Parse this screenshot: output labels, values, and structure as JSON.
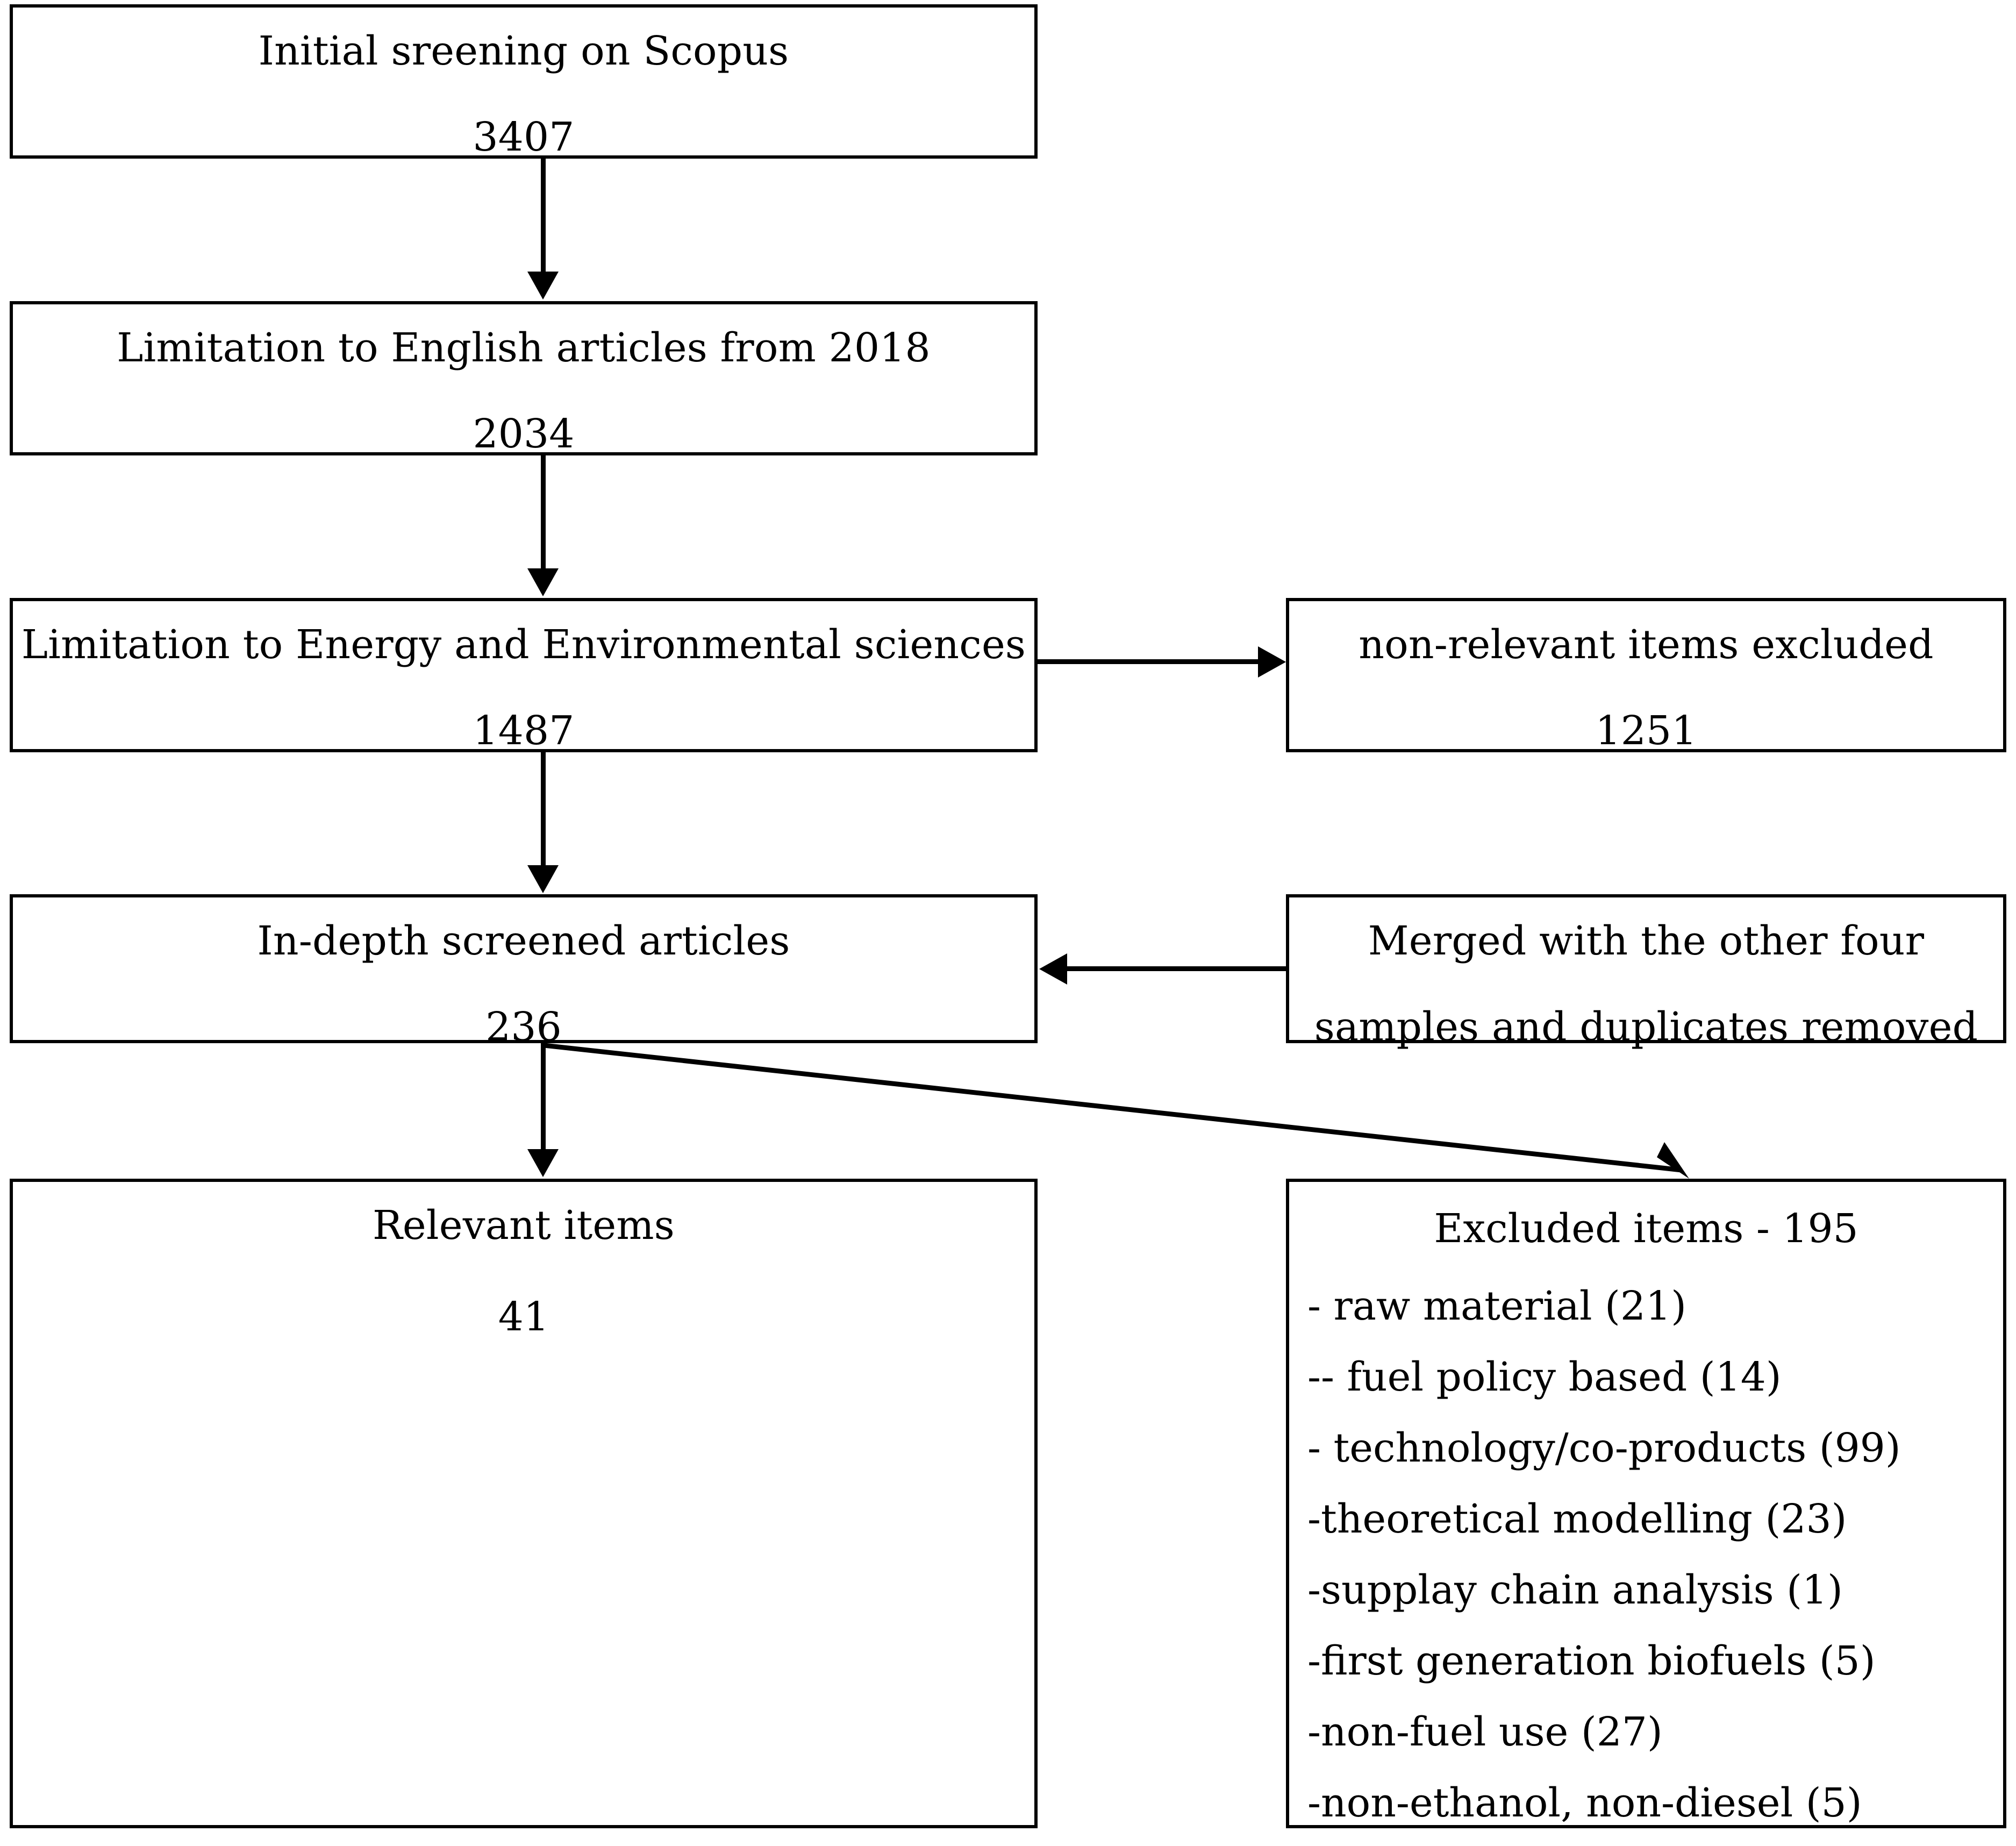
{
  "diagram": {
    "title": "Literature screening flowchart",
    "type": "flowchart",
    "accent_color": "#000000",
    "background_color": "#ffffff"
  },
  "nodes": {
    "initial_screening": {
      "label": "Initial sreening on Scopus",
      "count": "3407"
    },
    "english_2018": {
      "label": "Limitation to English articles from 2018",
      "count": "2034"
    },
    "energy_env": {
      "label": "Limitation to Energy and Environmental sciences",
      "count": "1487"
    },
    "non_relevant_excluded": {
      "label": "non-relevant items excluded",
      "count": "1251"
    },
    "in_depth": {
      "label": "In-depth screened articles",
      "count": "236"
    },
    "merged": {
      "line1": "Merged with the other four",
      "line2": "samples and duplicates removed"
    },
    "relevant_items": {
      "label": "Relevant items",
      "count": "41"
    },
    "excluded_items": {
      "heading": "Excluded items - 195",
      "reasons": [
        "- raw material (21)",
        "-- fuel policy based (14)",
        "- technology/co-products (99)",
        "-theoretical modelling (23)",
        "-supplay chain analysis (1)",
        "-first generation biofuels (5)",
        "-non-fuel use (27)",
        "-non-ethanol, non-diesel (5)"
      ]
    }
  },
  "edges": [
    {
      "id": "e1",
      "from": "initial_screening",
      "to": "english_2018",
      "direction": "down"
    },
    {
      "id": "e2",
      "from": "english_2018",
      "to": "energy_env",
      "direction": "down"
    },
    {
      "id": "e3",
      "from": "energy_env",
      "to": "non_relevant_excluded",
      "direction": "right"
    },
    {
      "id": "e4",
      "from": "energy_env",
      "to": "in_depth",
      "direction": "down"
    },
    {
      "id": "e5",
      "from": "merged",
      "to": "in_depth",
      "direction": "left"
    },
    {
      "id": "e6",
      "from": "in_depth",
      "to": "relevant_items",
      "direction": "down"
    },
    {
      "id": "e7",
      "from": "in_depth",
      "to": "excluded_items",
      "direction": "diagonal-down-right"
    }
  ]
}
